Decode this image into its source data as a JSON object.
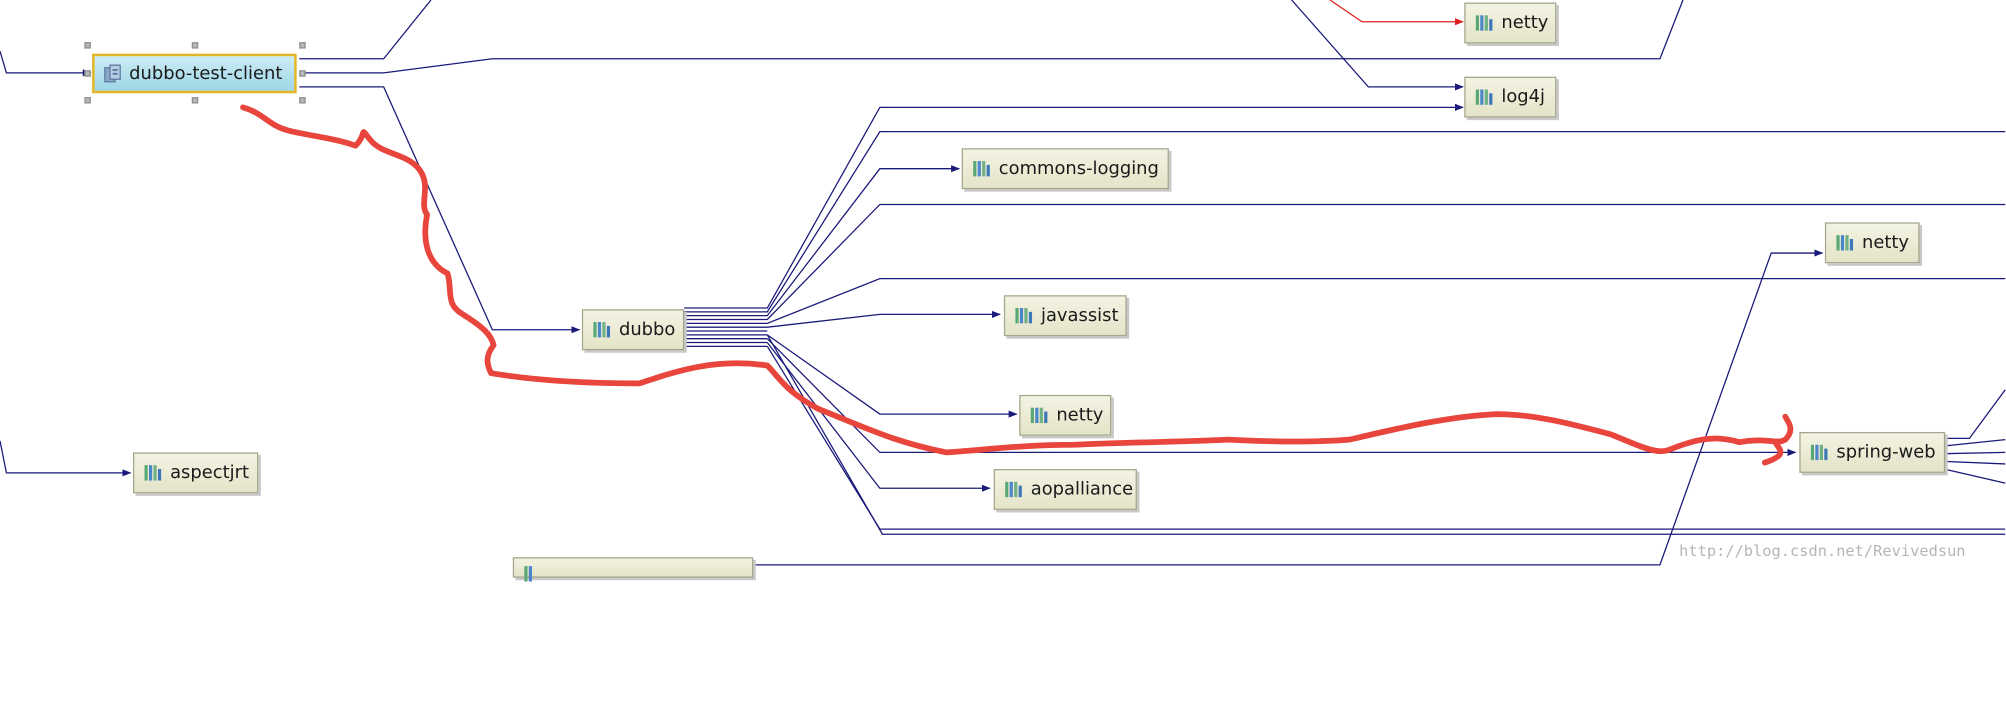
{
  "diagram": {
    "colors": {
      "edge": "#1a1a7a",
      "edge_highlight": "#e02020",
      "annotation": "#e8453c",
      "node_bg": "#ecebd6",
      "module_bg": "#b4e0ec",
      "module_border": "#e2b629"
    },
    "nodes": {
      "dubbo_test_client": "dubbo-test-client",
      "netty_top": "netty",
      "log4j": "log4j",
      "commons_logging": "commons-logging",
      "netty_right": "netty",
      "dubbo": "dubbo",
      "javassist": "javassist",
      "netty_mid": "netty",
      "spring_web": "spring-web",
      "aopalliance": "aopalliance",
      "aspectjrt": "aspectjrt"
    },
    "icons": {
      "library": "library-icon",
      "module": "module-icon"
    }
  },
  "watermark": "http://blog.csdn.net/Revivedsun"
}
